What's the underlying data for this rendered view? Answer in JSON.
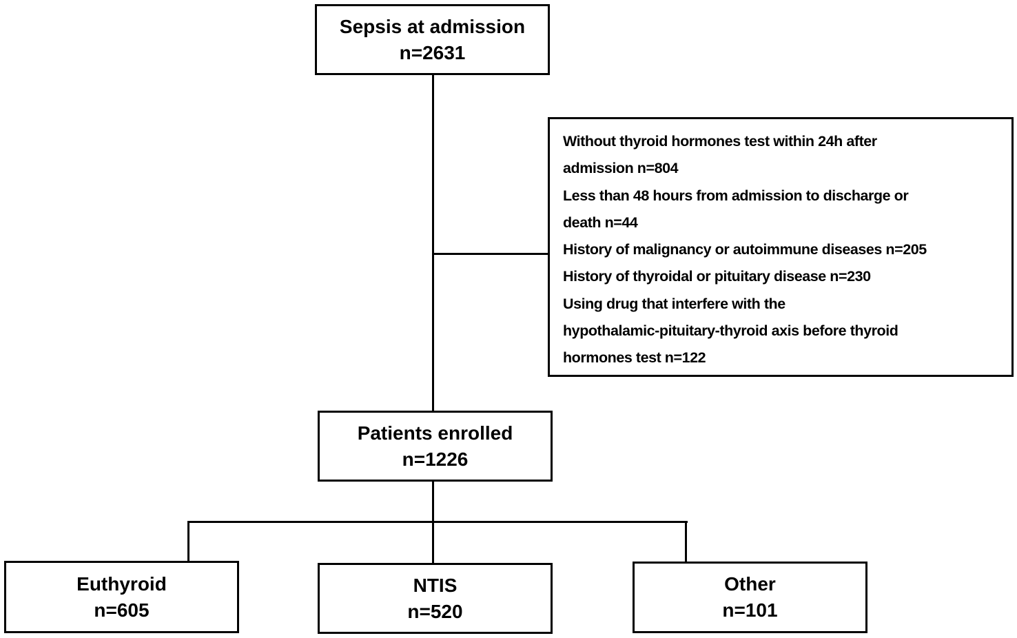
{
  "nodes": {
    "sepsis": {
      "title": "Sepsis at admission",
      "count": "n=2631"
    },
    "enrolled": {
      "title": "Patients enrolled",
      "count": "n=1226"
    },
    "euthyroid": {
      "title": "Euthyroid",
      "count": "n=605"
    },
    "ntis": {
      "title": "NTIS",
      "count": "n=520"
    },
    "other": {
      "title": "Other",
      "count": "n=101"
    }
  },
  "exclusions": {
    "lines": [
      "Without thyroid hormones test within 24h after",
      "admission n=804",
      "Less than 48 hours from admission to discharge or",
      "death n=44",
      "History of malignancy or autoimmune diseases n=205",
      "History of thyroidal or pituitary disease n=230",
      "Using drug that interfere with the",
      "hypothalamic-pituitary-thyroid axis before thyroid",
      "hormones test n=122"
    ]
  }
}
